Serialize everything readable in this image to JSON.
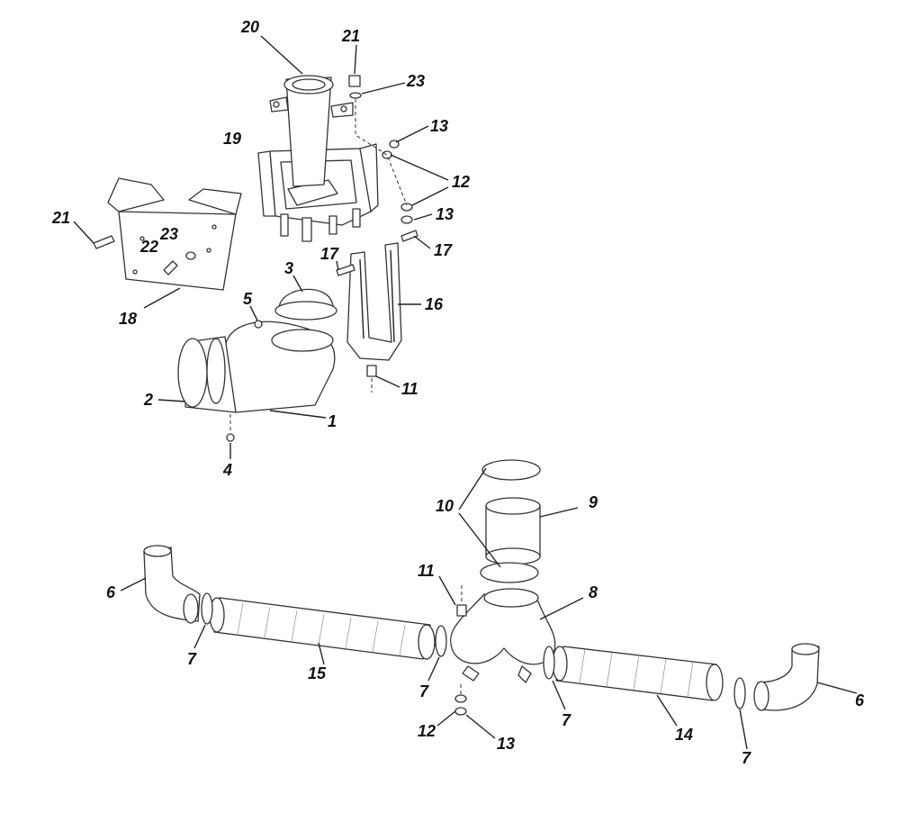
{
  "labels": {
    "l1": "1",
    "l2": "2",
    "l3": "3",
    "l4": "4",
    "l5": "5",
    "l6a": "6",
    "l6b": "6",
    "l7a": "7",
    "l7b": "7",
    "l7c": "7",
    "l7d": "7",
    "l8": "8",
    "l9": "9",
    "l10": "10",
    "l11a": "11",
    "l11b": "11",
    "l12a": "12",
    "l12b": "12",
    "l13a": "13",
    "l13b": "13",
    "l13c": "13",
    "l14": "14",
    "l15": "15",
    "l16": "16",
    "l17a": "17",
    "l17b": "17",
    "l18": "18",
    "l19": "19",
    "l20": "20",
    "l21a": "21",
    "l21b": "21",
    "l22": "22",
    "l23a": "23",
    "l23b": "23"
  }
}
